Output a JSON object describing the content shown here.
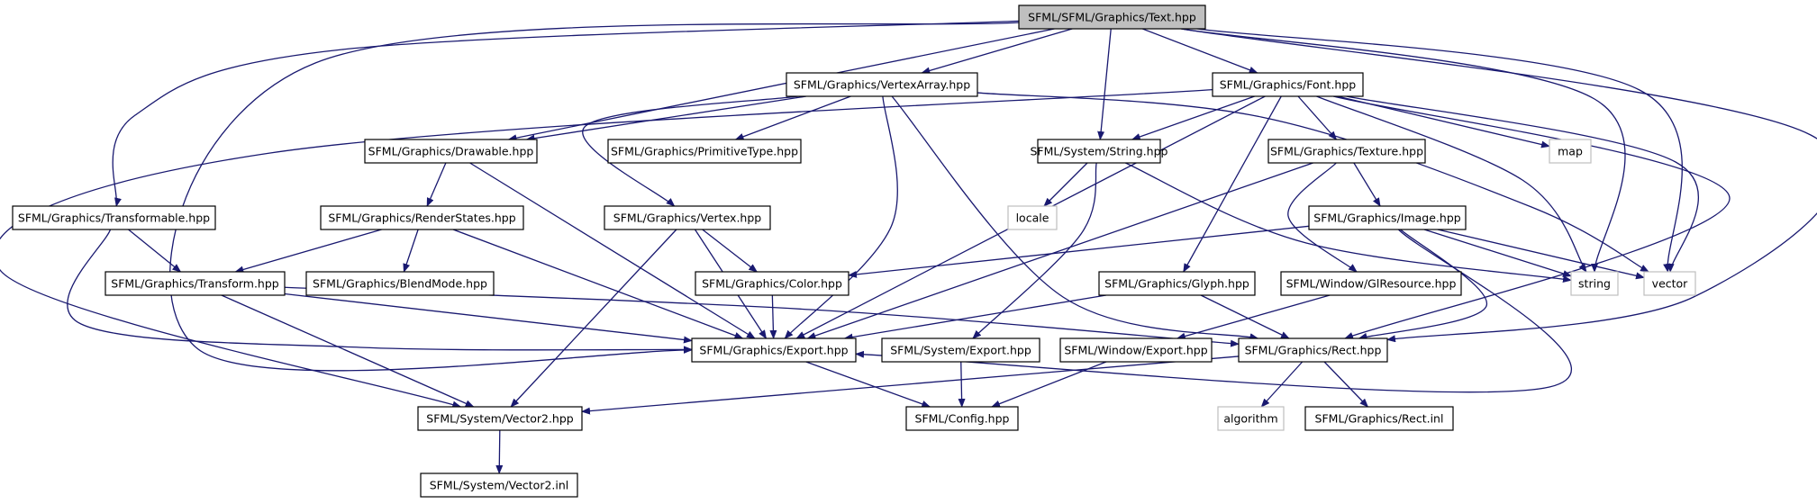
{
  "graph": {
    "root": "SFML/SFML/Graphics/Text.hpp",
    "colors": {
      "root_fill": "#bfbfbf",
      "node_fill": "#ffffff",
      "node_border": "#000000",
      "external_border": "#bfbfbf",
      "external_text": "#333333",
      "edge": "#191970"
    },
    "nodes": [
      {
        "id": "text",
        "label": "SFML/SFML/Graphics/Text.hpp",
        "kind": "root"
      },
      {
        "id": "vertexarray",
        "label": "SFML/Graphics/VertexArray.hpp",
        "kind": "file"
      },
      {
        "id": "font",
        "label": "SFML/Graphics/Font.hpp",
        "kind": "file"
      },
      {
        "id": "drawable",
        "label": "SFML/Graphics/Drawable.hpp",
        "kind": "file"
      },
      {
        "id": "primitivetype",
        "label": "SFML/Graphics/PrimitiveType.hpp",
        "kind": "file"
      },
      {
        "id": "string",
        "label": "SFML/System/String.hpp",
        "kind": "file"
      },
      {
        "id": "texture",
        "label": "SFML/Graphics/Texture.hpp",
        "kind": "file"
      },
      {
        "id": "map",
        "label": "map",
        "kind": "external"
      },
      {
        "id": "transformable",
        "label": "SFML/Graphics/Transformable.hpp",
        "kind": "file"
      },
      {
        "id": "renderstates",
        "label": "SFML/Graphics/RenderStates.hpp",
        "kind": "file"
      },
      {
        "id": "vertex",
        "label": "SFML/Graphics/Vertex.hpp",
        "kind": "file"
      },
      {
        "id": "locale",
        "label": "locale",
        "kind": "external"
      },
      {
        "id": "image",
        "label": "SFML/Graphics/Image.hpp",
        "kind": "file"
      },
      {
        "id": "transform",
        "label": "SFML/Graphics/Transform.hpp",
        "kind": "file"
      },
      {
        "id": "blendmode",
        "label": "SFML/Graphics/BlendMode.hpp",
        "kind": "file"
      },
      {
        "id": "color",
        "label": "SFML/Graphics/Color.hpp",
        "kind": "file"
      },
      {
        "id": "glyph",
        "label": "SFML/Graphics/Glyph.hpp",
        "kind": "file"
      },
      {
        "id": "glresource",
        "label": "SFML/Window/GlResource.hpp",
        "kind": "file"
      },
      {
        "id": "stdstring",
        "label": "string",
        "kind": "external"
      },
      {
        "id": "vector",
        "label": "vector",
        "kind": "external"
      },
      {
        "id": "gexport",
        "label": "SFML/Graphics/Export.hpp",
        "kind": "file"
      },
      {
        "id": "sexport",
        "label": "SFML/System/Export.hpp",
        "kind": "file"
      },
      {
        "id": "wexport",
        "label": "SFML/Window/Export.hpp",
        "kind": "file"
      },
      {
        "id": "rect",
        "label": "SFML/Graphics/Rect.hpp",
        "kind": "file"
      },
      {
        "id": "vector2",
        "label": "SFML/System/Vector2.hpp",
        "kind": "file"
      },
      {
        "id": "config",
        "label": "SFML/Config.hpp",
        "kind": "file"
      },
      {
        "id": "algorithm",
        "label": "algorithm",
        "kind": "external"
      },
      {
        "id": "rectinl",
        "label": "SFML/Graphics/Rect.inl",
        "kind": "file"
      },
      {
        "id": "vector2inl",
        "label": "SFML/System/Vector2.inl",
        "kind": "file"
      }
    ],
    "edges": [
      [
        "text",
        "vertexarray"
      ],
      [
        "text",
        "font"
      ],
      [
        "text",
        "drawable"
      ],
      [
        "text",
        "transformable"
      ],
      [
        "text",
        "string"
      ],
      [
        "text",
        "gexport"
      ],
      [
        "text",
        "rect"
      ],
      [
        "text",
        "stdstring"
      ],
      [
        "text",
        "vector"
      ],
      [
        "vertexarray",
        "drawable"
      ],
      [
        "vertexarray",
        "primitivetype"
      ],
      [
        "vertexarray",
        "vertex"
      ],
      [
        "vertexarray",
        "gexport"
      ],
      [
        "vertexarray",
        "rect"
      ],
      [
        "vertexarray",
        "vector"
      ],
      [
        "font",
        "string"
      ],
      [
        "font",
        "texture"
      ],
      [
        "font",
        "glyph"
      ],
      [
        "font",
        "map"
      ],
      [
        "font",
        "gexport"
      ],
      [
        "font",
        "rect"
      ],
      [
        "font",
        "stdstring"
      ],
      [
        "font",
        "vector"
      ],
      [
        "font",
        "vector2"
      ],
      [
        "drawable",
        "renderstates"
      ],
      [
        "drawable",
        "gexport"
      ],
      [
        "string",
        "locale"
      ],
      [
        "string",
        "stdstring"
      ],
      [
        "string",
        "sexport"
      ],
      [
        "texture",
        "image"
      ],
      [
        "texture",
        "glresource"
      ],
      [
        "texture",
        "gexport"
      ],
      [
        "transformable",
        "transform"
      ],
      [
        "transformable",
        "gexport"
      ],
      [
        "renderstates",
        "transform"
      ],
      [
        "renderstates",
        "blendmode"
      ],
      [
        "renderstates",
        "gexport"
      ],
      [
        "vertex",
        "color"
      ],
      [
        "vertex",
        "vector2"
      ],
      [
        "vertex",
        "gexport"
      ],
      [
        "image",
        "color"
      ],
      [
        "image",
        "rect"
      ],
      [
        "image",
        "stdstring"
      ],
      [
        "image",
        "vector"
      ],
      [
        "image",
        "gexport"
      ],
      [
        "transform",
        "rect"
      ],
      [
        "transform",
        "vector2"
      ],
      [
        "transform",
        "gexport"
      ],
      [
        "color",
        "gexport"
      ],
      [
        "glyph",
        "rect"
      ],
      [
        "glyph",
        "gexport"
      ],
      [
        "glresource",
        "wexport"
      ],
      [
        "gexport",
        "config"
      ],
      [
        "sexport",
        "config"
      ],
      [
        "wexport",
        "config"
      ],
      [
        "rect",
        "vector2"
      ],
      [
        "rect",
        "algorithm"
      ],
      [
        "rect",
        "rectinl"
      ],
      [
        "vector2",
        "vector2inl"
      ]
    ]
  }
}
